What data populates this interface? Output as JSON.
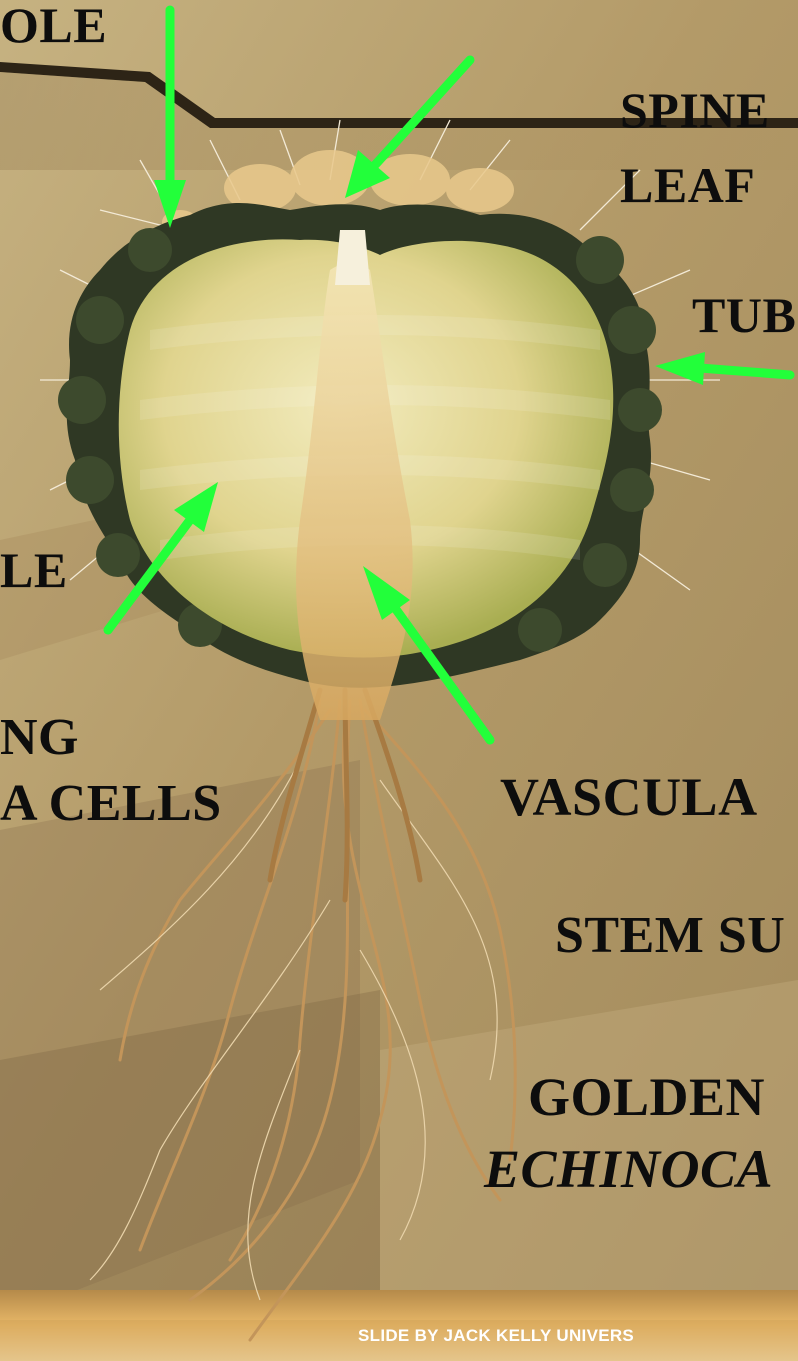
{
  "slide": {
    "labels": {
      "areole_top": "OLE",
      "spines_line1": "SPINE",
      "spines_line2": "LEAF",
      "tubercle": "TUB",
      "areole_left": "LE",
      "parenchyma_line1": "NG",
      "parenchyma_line2": "A CELLS",
      "vascular": "VASCULA",
      "stem": "STEM SU",
      "common_name": "GOLDEN",
      "genus": "ECHINOCA"
    },
    "footer_credit": "SLIDE BY JACK KELLY UNIVERS"
  },
  "colors": {
    "arrow": "#22ff3a",
    "text": "#0d0d0d",
    "background": "#b8a070",
    "credit_text": "#ffffff"
  },
  "subject": {
    "icon": "cactus-cross-section-photo"
  }
}
